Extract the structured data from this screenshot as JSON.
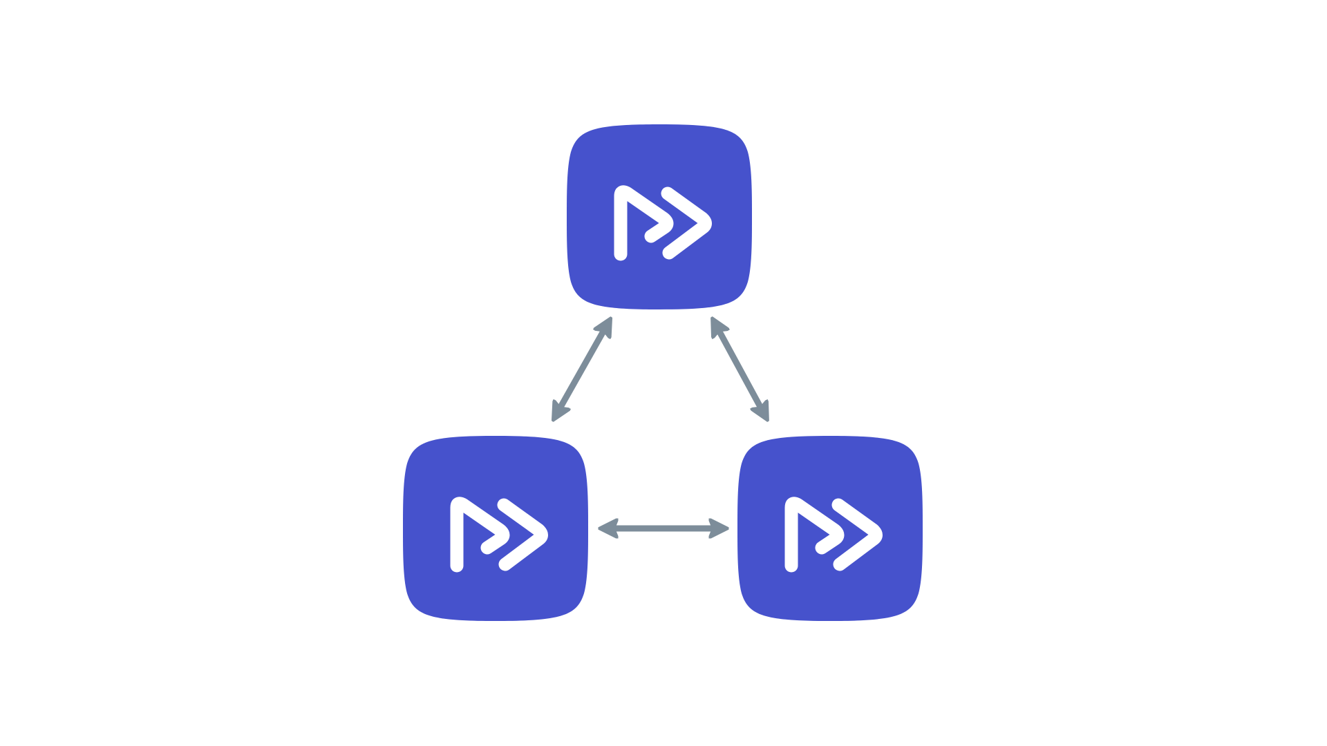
{
  "diagram": {
    "nodes": [
      {
        "id": "top",
        "icon": "fast-forward-logo-icon"
      },
      {
        "id": "bottom-left",
        "icon": "fast-forward-logo-icon"
      },
      {
        "id": "bottom-right",
        "icon": "fast-forward-logo-icon"
      }
    ],
    "edges": [
      {
        "from": "top",
        "to": "bottom-left",
        "direction": "bidirectional"
      },
      {
        "from": "top",
        "to": "bottom-right",
        "direction": "bidirectional"
      },
      {
        "from": "bottom-left",
        "to": "bottom-right",
        "direction": "bidirectional"
      }
    ],
    "colors": {
      "node_fill": "#4652cc",
      "glyph": "#ffffff",
      "arrow": "#7d8d9a",
      "background": "#ffffff"
    }
  }
}
